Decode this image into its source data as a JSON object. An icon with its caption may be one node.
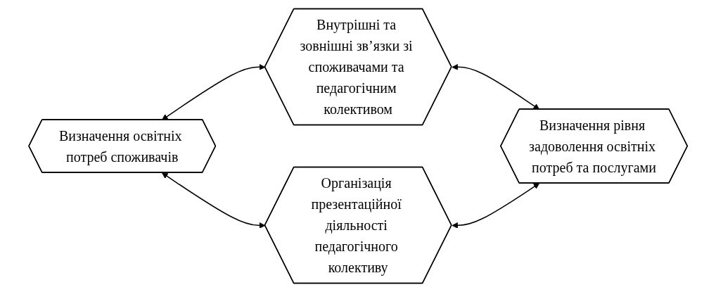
{
  "diagram": {
    "nodes": [
      {
        "text": [
          "Визначення освітніх потреб споживачів"
        ]
      },
      {
        "text": [
          "Внутрішні та зовнішні зв’язки зі споживачами та педагогічним колективом"
        ]
      },
      {
        "text": [
          "Організація презентаційної діяльності педагогічного колективу"
        ]
      },
      {
        "text": [
          "Визначення рівня задоволення освітніх потреб та послугами"
        ]
      }
    ],
    "edges": [
      {
        "from": 0,
        "to": 1,
        "arrow": "both"
      },
      {
        "from": 0,
        "to": 2,
        "arrow": "both"
      },
      {
        "from": 1,
        "to": 3,
        "arrow": "both"
      },
      {
        "from": 2,
        "to": 3,
        "arrow": "both"
      }
    ]
  }
}
